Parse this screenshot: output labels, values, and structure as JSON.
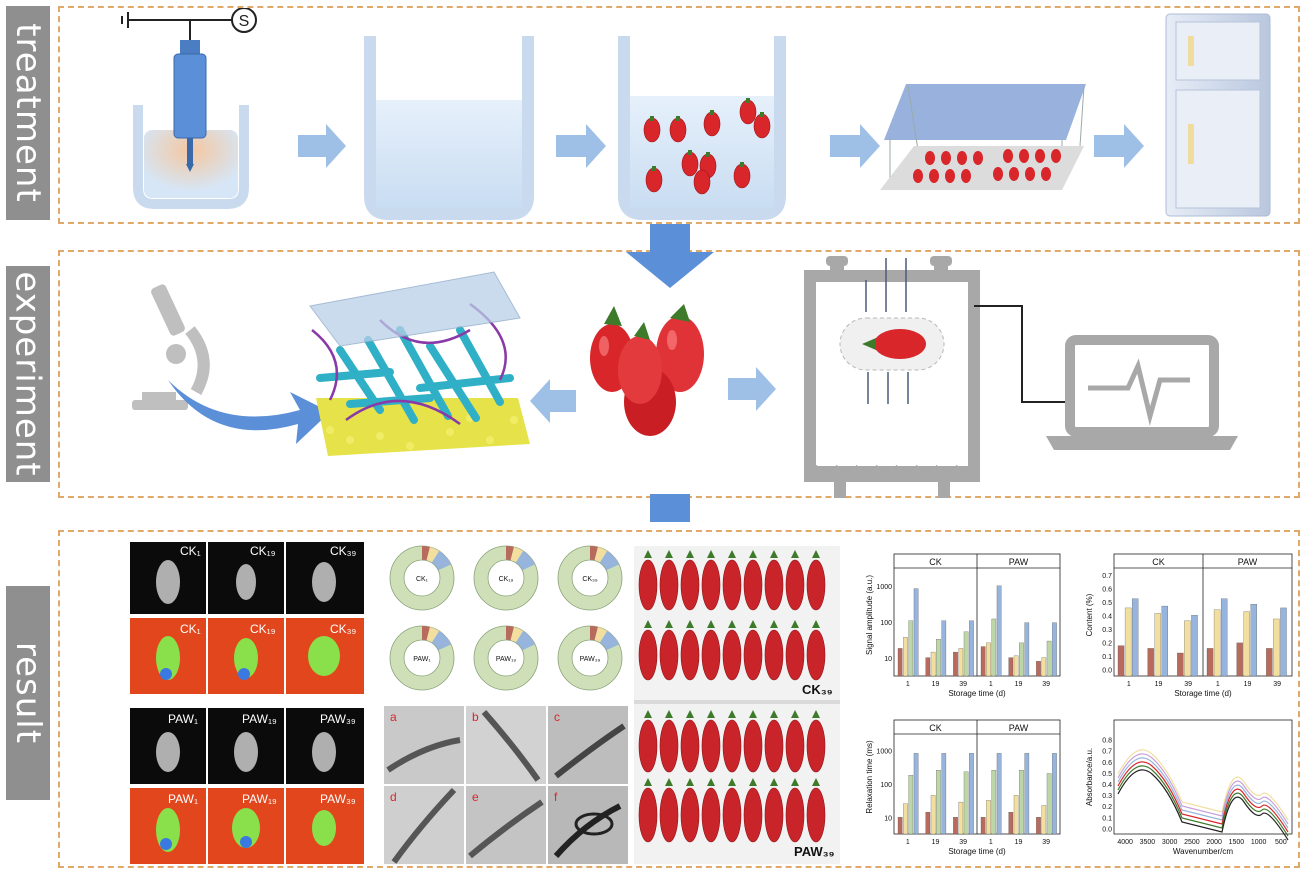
{
  "rows": {
    "treatment": "treatment",
    "experiment": "experiment",
    "result": "result"
  },
  "colors": {
    "panel_border": "#e0a86a",
    "label_bg": "#8f8f8f",
    "arrow": "#9ec0e6",
    "big_arrow": "#5b8fd8",
    "berry": "#d8262a",
    "ck_bar_red": "#b86a5c",
    "bar_yellow": "#f2dfa0",
    "bar_green": "#bcd6a8",
    "bar_blue": "#96b4dc"
  },
  "treatment": {
    "source_symbol": "S"
  },
  "result": {
    "thumbnails": {
      "ck": [
        "CK₁",
        "CK₁₉",
        "CK₃₉"
      ],
      "paw": [
        "PAW₁",
        "PAW₁₉",
        "PAW₃₉"
      ]
    },
    "donuts": {
      "ck": [
        "CK₁",
        "CK₁₉",
        "CK₃₉"
      ],
      "paw": [
        "PAW₁",
        "PAW₁₉",
        "PAW₃₉"
      ]
    },
    "tem_letters": [
      "a",
      "b",
      "c",
      "d",
      "e",
      "f"
    ],
    "photo_labels": [
      "CK₃₉",
      "PAW₃₉"
    ],
    "charts": {
      "group_ck": "CK",
      "group_paw": "PAW",
      "signal": {
        "ylabel": "Signal amplitude (a.u.)",
        "xlabel": "Storage time (d)",
        "yticks": [
          "1000",
          "100",
          "10"
        ],
        "xticks": [
          "1",
          "19",
          "39",
          "1",
          "19",
          "39"
        ]
      },
      "content": {
        "ylabel": "Content (%)",
        "xlabel": "Storage time (d)",
        "yticks": [
          "0.7",
          "0.6",
          "0.5",
          "0.4",
          "0.3",
          "0.2",
          "0.1",
          "0.0"
        ],
        "xticks": [
          "1",
          "19",
          "39",
          "1",
          "19",
          "39"
        ]
      },
      "relaxation": {
        "ylabel": "Relaxation time (ms)",
        "xlabel": "Storage time (d)",
        "yticks": [
          "1000",
          "100",
          "10"
        ],
        "xticks": [
          "1",
          "19",
          "39",
          "1",
          "19",
          "39"
        ]
      },
      "ftir": {
        "ylabel": "Absorbance/a.u.",
        "xlabel": "Wavenumber/cm",
        "yticks": [
          "0.8",
          "0.7",
          "0.6",
          "0.5",
          "0.4",
          "0.3",
          "0.2",
          "0.1",
          "0.0"
        ],
        "xticks": [
          "4000",
          "3500",
          "3000",
          "2500",
          "2000",
          "1500",
          "1000",
          "500"
        ]
      }
    }
  }
}
